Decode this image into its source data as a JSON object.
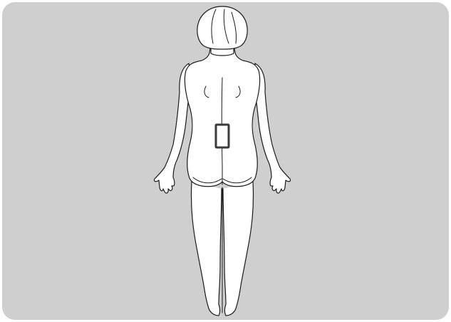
{
  "colors": {
    "background": "#ffffff",
    "panel": "#cfcfd0",
    "body_fill": "#ffffff",
    "outline": "#1a1a1a",
    "marker": "#3a3a3a"
  },
  "figure": {
    "view": "posterior",
    "icons": {
      "body": "human-body-back-view",
      "marker": "lower-back-patch-location"
    }
  }
}
